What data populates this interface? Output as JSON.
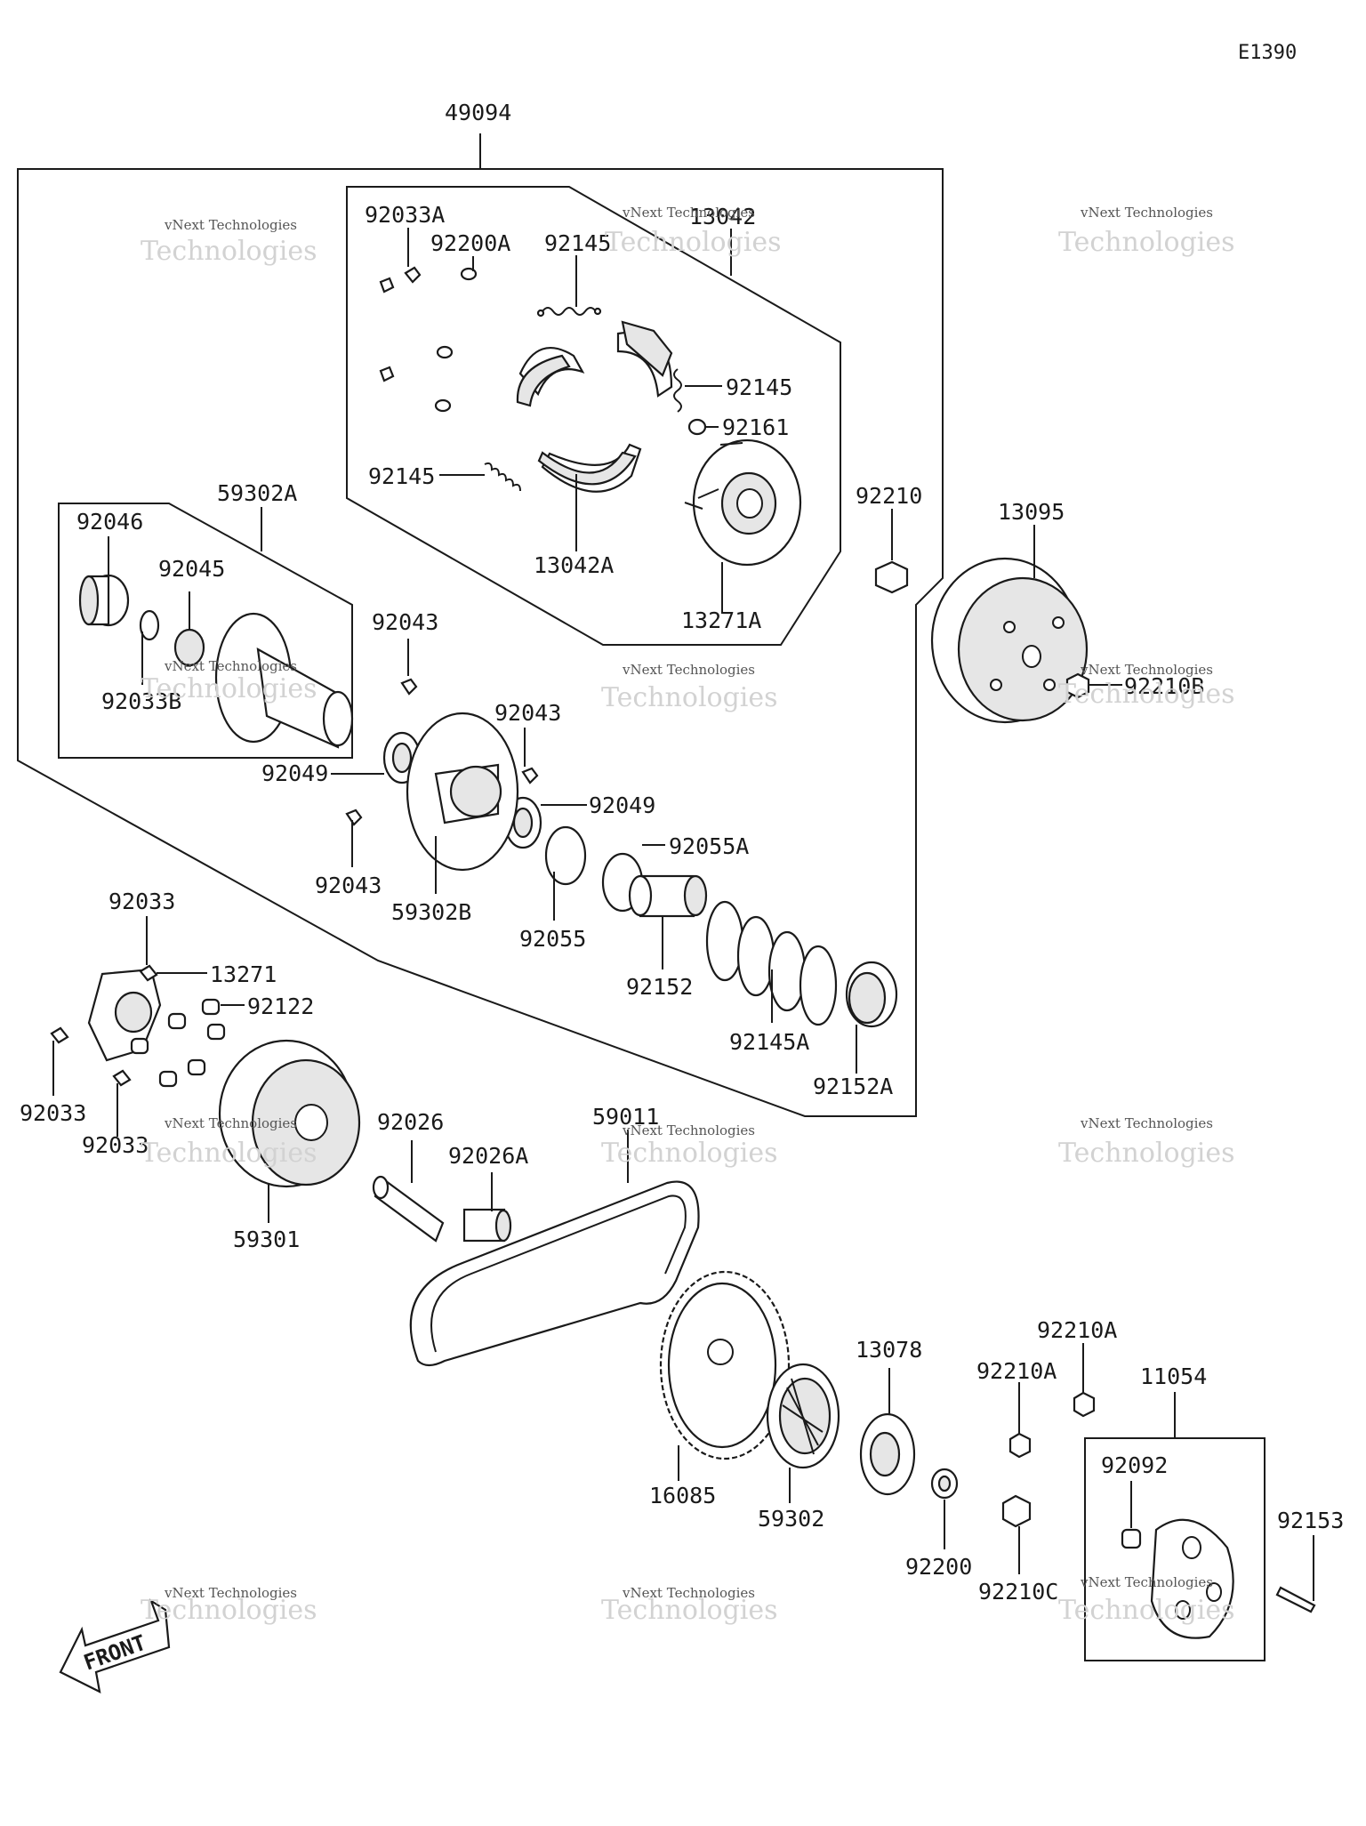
{
  "diagram_code": "E1390",
  "watermark": {
    "line1": "vNext Technologies",
    "line2": "Technologies",
    "line3": "vNext"
  },
  "front_marker": "FRONT",
  "part_labels": {
    "p49094": "49094",
    "p92033A": "92033A",
    "p92200A": "92200A",
    "p92145_a": "92145",
    "p13042": "13042",
    "p92145_b": "92145",
    "p92161": "92161",
    "p92145_c": "92145",
    "p13042A": "13042A",
    "p13271A": "13271A",
    "p92210": "92210",
    "p13095": "13095",
    "p92210B": "92210B",
    "p59302A": "59302A",
    "p92046": "92046",
    "p92045": "92045",
    "p92033B": "92033B",
    "p92043_a": "92043",
    "p92043_b": "92043",
    "p92049_a": "92049",
    "p92049_b": "92049",
    "p92055A": "92055A",
    "p92043_c": "92043",
    "p59302B": "59302B",
    "p92055": "92055",
    "p92152": "92152",
    "p92145A": "92145A",
    "p92152A": "92152A",
    "p92033_a": "92033",
    "p13271": "13271",
    "p92122": "92122",
    "p92033_b": "92033",
    "p92033_c": "92033",
    "p59301": "59301",
    "p92026": "92026",
    "p92026A": "92026A",
    "p59011": "59011",
    "p16085": "16085",
    "p59302": "59302",
    "p13078": "13078",
    "p92210A_a": "92210A",
    "p92210A_b": "92210A",
    "p11054": "11054",
    "p92092": "92092",
    "p92153": "92153",
    "p92200": "92200",
    "p92210C": "92210C"
  }
}
